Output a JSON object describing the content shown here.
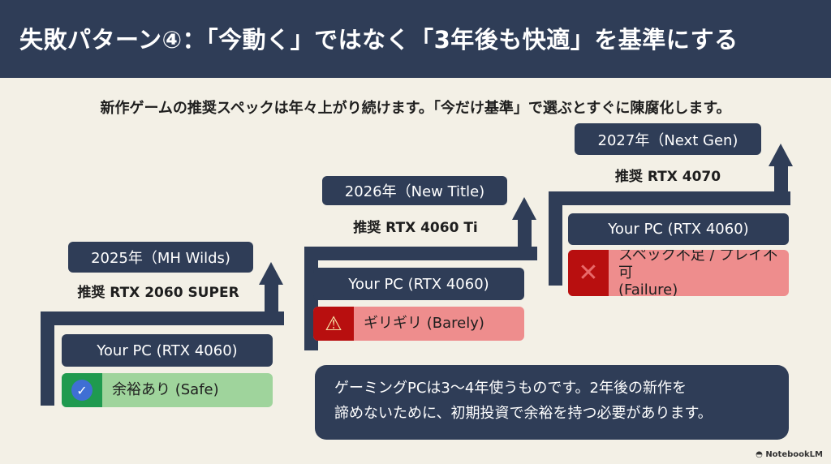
{
  "title": "失敗パターン④：「今動く」ではなく「3年後も快適」を基準にする",
  "subtitle": "新作ゲームの推奨スペックは年々上がり続けます。「今だけ基準」で選ぶとすぐに陳腐化します。",
  "steps": [
    {
      "year": "2025年（MH Wilds)",
      "recommended": "推奨 RTX 2060 SUPER",
      "pc": "Your PC (RTX 4060)",
      "status": "余裕あり (Safe)",
      "status_icon": "check-icon",
      "color": "#9fd49c"
    },
    {
      "year": "2026年（New Title)",
      "recommended": "推奨 RTX 4060 Ti",
      "pc": "Your PC (RTX 4060)",
      "status": "ギリギリ (Barely)",
      "status_icon": "warning-icon",
      "color": "#ee8d8d"
    },
    {
      "year": "2027年（Next Gen)",
      "recommended": "推奨 RTX 4070",
      "pc": "Your PC (RTX 4060)",
      "status": "スペック不足 / プレイ不可 (Failure)",
      "status_line1": "スペック不足 / プレイ不可",
      "status_line2": "(Failure)",
      "status_icon": "x-icon",
      "color": "#ee8d8d"
    }
  ],
  "note": {
    "line1": "ゲーミングPCは3〜4年使うものです。2年後の新作を",
    "line2": "諦めないために、初期投資で余裕を持つ必要があります。"
  },
  "watermark": "NotebookLM"
}
